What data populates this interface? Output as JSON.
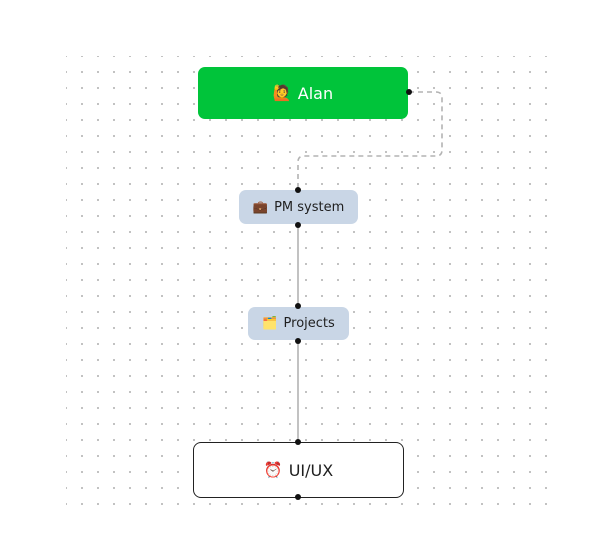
{
  "nodes": {
    "alan": {
      "emoji": "🙋",
      "label": "Alan",
      "color": "#00c43a"
    },
    "pm_system": {
      "emoji": "💼",
      "label": "PM system",
      "color": "#c9d6e6"
    },
    "projects": {
      "emoji": "🗂️",
      "label": "Projects",
      "color": "#c9d6e6"
    },
    "uiux": {
      "emoji": "⏰",
      "label": "UI/UX",
      "color": "#ffffff"
    }
  },
  "edges": [
    {
      "from": "alan",
      "to": "pm_system",
      "style": "dashed"
    },
    {
      "from": "pm_system",
      "to": "projects",
      "style": "solid"
    },
    {
      "from": "projects",
      "to": "uiux",
      "style": "solid"
    }
  ]
}
